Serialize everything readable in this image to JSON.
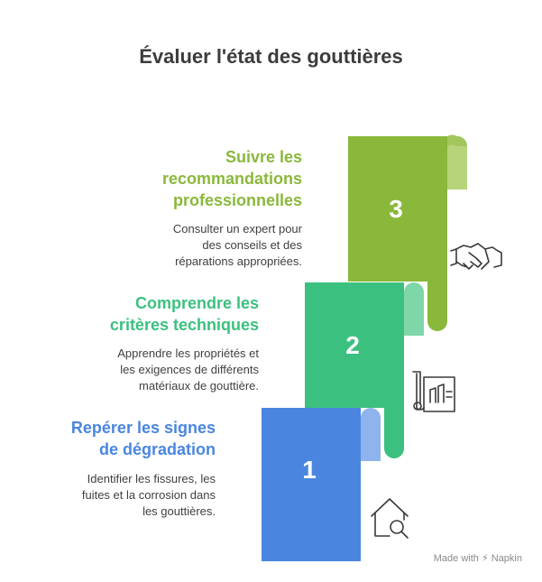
{
  "title": "Évaluer l'état des gouttières",
  "steps": [
    {
      "number": "3",
      "title_lines": [
        "Suivre les",
        "recommandations",
        "professionnelles"
      ],
      "desc_lines": [
        "Consulter un expert pour",
        "des conseils et des",
        "réparations appropriées."
      ],
      "color": "#8ab83b",
      "icon": "handshake-icon"
    },
    {
      "number": "2",
      "title_lines": [
        "Comprendre les",
        "critères techniques"
      ],
      "desc_lines": [
        "Apprendre les propriétés et",
        "les exigences de différents",
        "matériaux de gouttière."
      ],
      "color": "#3cc07f",
      "icon": "blueprint-icon"
    },
    {
      "number": "1",
      "title_lines": [
        "Repérer les signes",
        "de dégradation"
      ],
      "desc_lines": [
        "Identifier les fissures, les",
        "fuites et la corrosion dans",
        "les gouttières."
      ],
      "color": "#4a86e0",
      "icon": "house-search-icon"
    }
  ],
  "footer": {
    "made_with": "Made with",
    "brand": "Napkin"
  }
}
